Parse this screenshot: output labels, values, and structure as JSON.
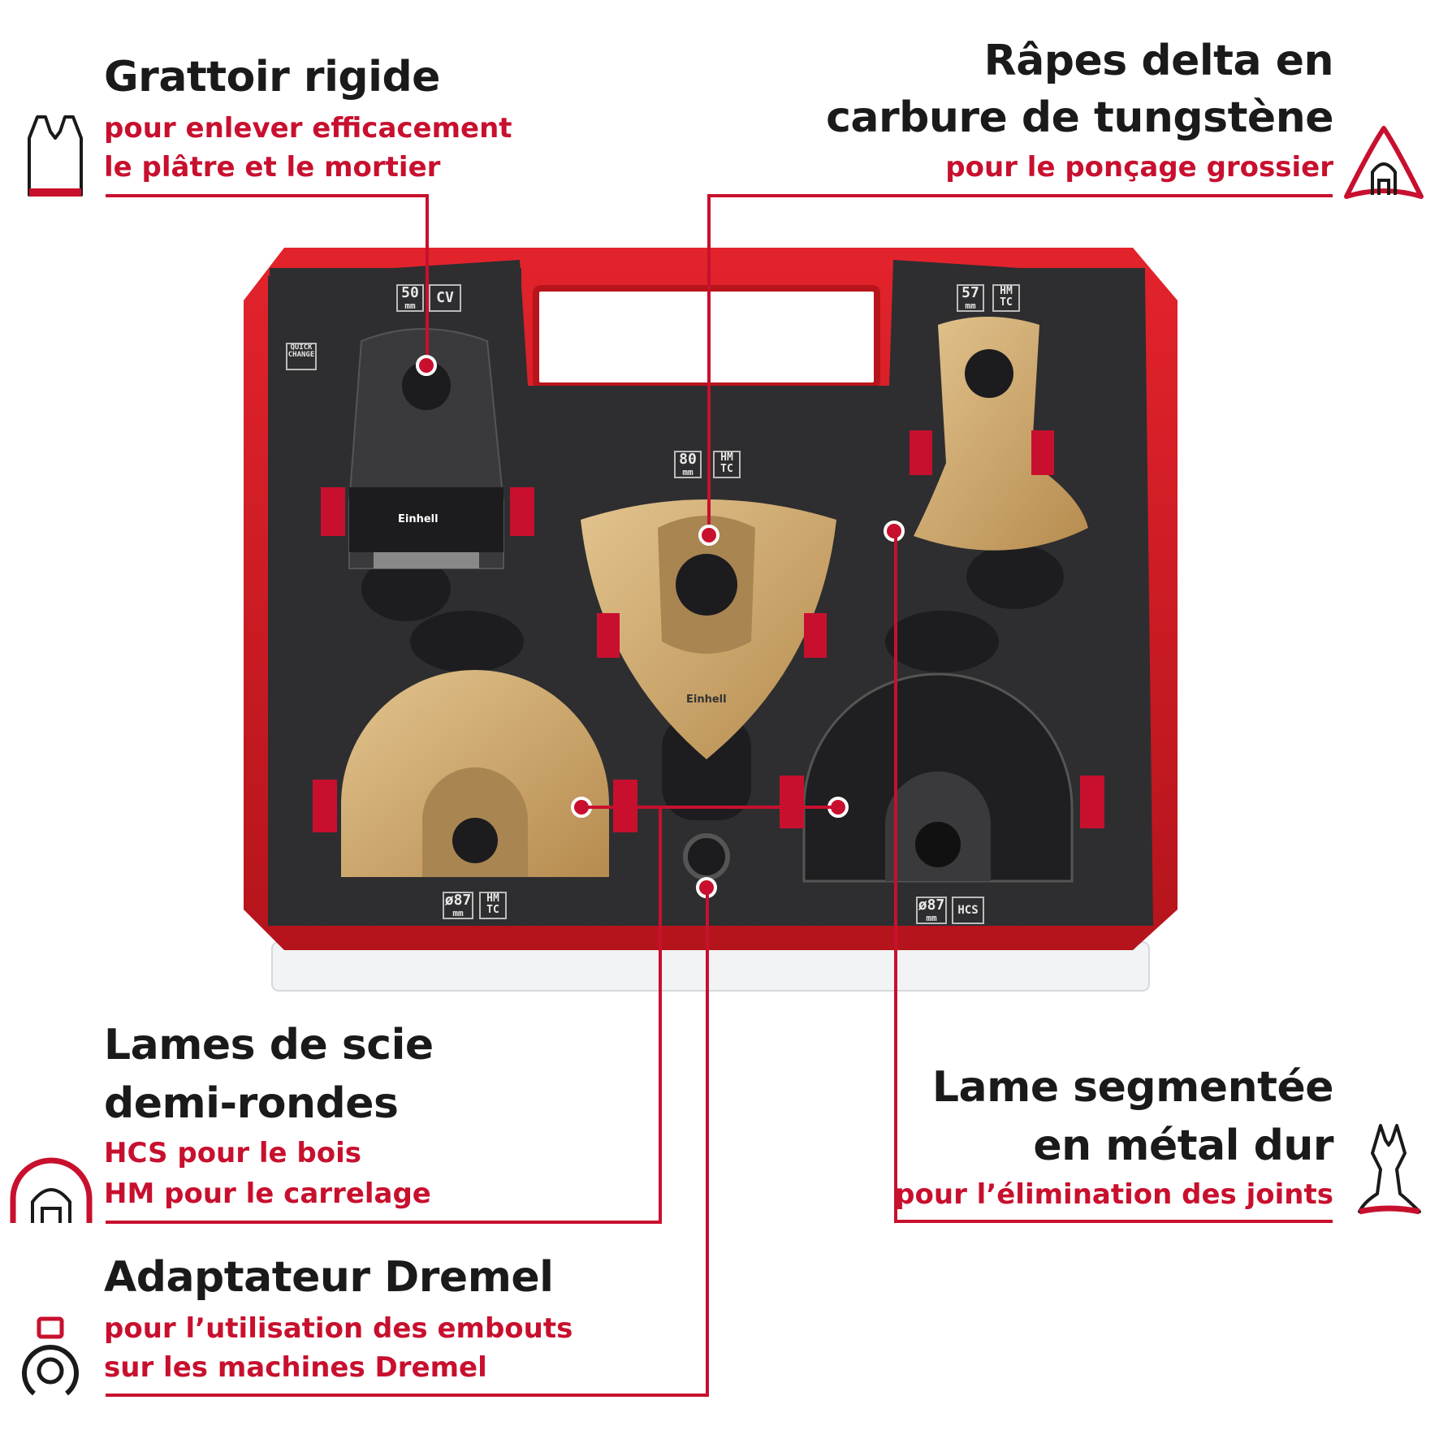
{
  "callouts": {
    "scraper": {
      "title": "Grattoir rigide",
      "line1": "pour enlever efficacement",
      "line2": "le plâtre et le mortier"
    },
    "delta": {
      "title1": "Râpes delta en",
      "title2": "carbure de tungstène",
      "line1": "pour le ponçage grossier"
    },
    "half_round": {
      "title1": "Lames de scie",
      "title2": "demi-rondes",
      "line1": "HCS pour le bois",
      "line2": "HM pour le carrelage"
    },
    "segment": {
      "title1": "Lame segmentée",
      "title2": "en métal dur",
      "line1": "pour l’élimination des joints"
    },
    "dremel": {
      "title": "Adaptateur Dremel",
      "line1": "pour l’utilisation des embouts",
      "line2": "sur les machines Dremel"
    }
  },
  "case_labels": {
    "scraper": {
      "size": "50",
      "unit": "mm",
      "material": "CV"
    },
    "segment": {
      "size": "57",
      "unit": "mm",
      "material": "HM TC"
    },
    "delta": {
      "size": "80",
      "unit": "mm",
      "material": "HM TC"
    },
    "left_round": {
      "size": "ø87",
      "unit": "mm",
      "material": "HM TC"
    },
    "right_round": {
      "size": "ø87",
      "unit": "mm",
      "material": "HCS"
    },
    "quick": "QUICK CHANGE",
    "brand": "Einhell"
  },
  "colors": {
    "accent": "#c8102e",
    "text": "#1a1a1a",
    "case_red": "#d71920",
    "tray": "#2e2e30",
    "gold": "#c9a46a"
  }
}
